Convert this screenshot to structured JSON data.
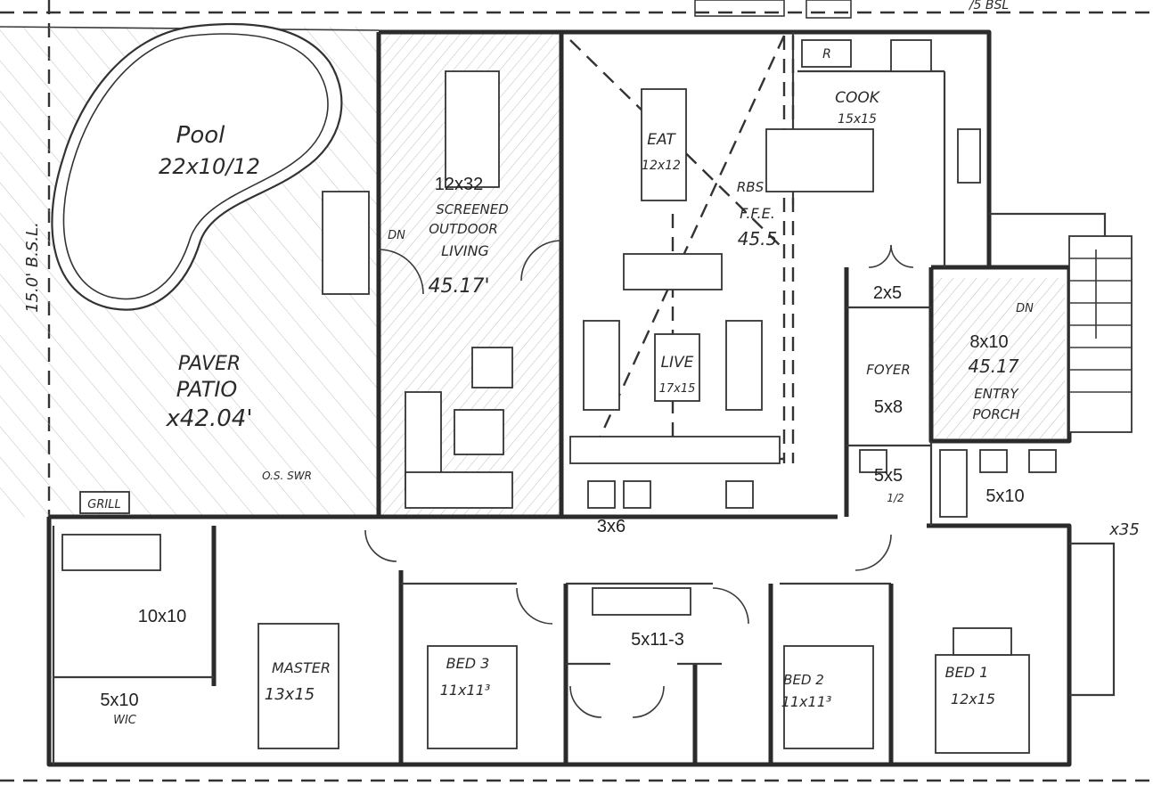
{
  "rooms": {
    "pool": {
      "name": "Pool",
      "dims": "22x10/12"
    },
    "setback": {
      "text": "15.0' B.S.L."
    },
    "patio": {
      "name": "PAVER",
      "name2": "PATIO",
      "area": "x42.04'"
    },
    "grill": {
      "name": "GRILL"
    },
    "outdoor_shower": {
      "name": "O.S. SWR"
    },
    "outdoor_living": {
      "dims": "12x32",
      "line1": "SCREENED",
      "line2": "OUTDOOR",
      "line3": "LIVING",
      "elev": "45.17'",
      "dn": "DN"
    },
    "eat": {
      "name": "EAT",
      "dims": "12x12"
    },
    "cook": {
      "name": "COOK",
      "dims": "15x15"
    },
    "refrigerator": {
      "label": "R"
    },
    "ffe": {
      "line1": "RBS",
      "line2": "F.F.E.",
      "line3": "45.5"
    },
    "live": {
      "name": "LIVE",
      "dims": "17x15"
    },
    "closet_2x5": {
      "dims": "2x5"
    },
    "foyer": {
      "name": "FOYER",
      "dims": "5x8"
    },
    "entry_porch": {
      "dims": "8x10",
      "elev": "45.17",
      "line1": "ENTRY",
      "line2": "PORCH",
      "dn": "DN"
    },
    "bath_half": {
      "dims": "5x5",
      "sub": "1/2"
    },
    "bath_5x10_right": {
      "dims": "5x10"
    },
    "laundry": {
      "dims": "3x6"
    },
    "master_bath": {
      "dims": "10x10"
    },
    "wic": {
      "dims": "5x10",
      "name": "WIC"
    },
    "master": {
      "name": "MASTER",
      "dims": "13x15"
    },
    "hall_bath": {
      "dims": "5x11-3"
    },
    "bed3": {
      "name": "BED 3",
      "dims": "11x11³"
    },
    "bed2": {
      "name": "BED 2",
      "dims": "11x11³"
    },
    "bed1": {
      "name": "BED 1",
      "dims": "12x15"
    },
    "edge_note": {
      "text": "x35"
    },
    "top_note": {
      "text": "/5 BSL"
    }
  }
}
